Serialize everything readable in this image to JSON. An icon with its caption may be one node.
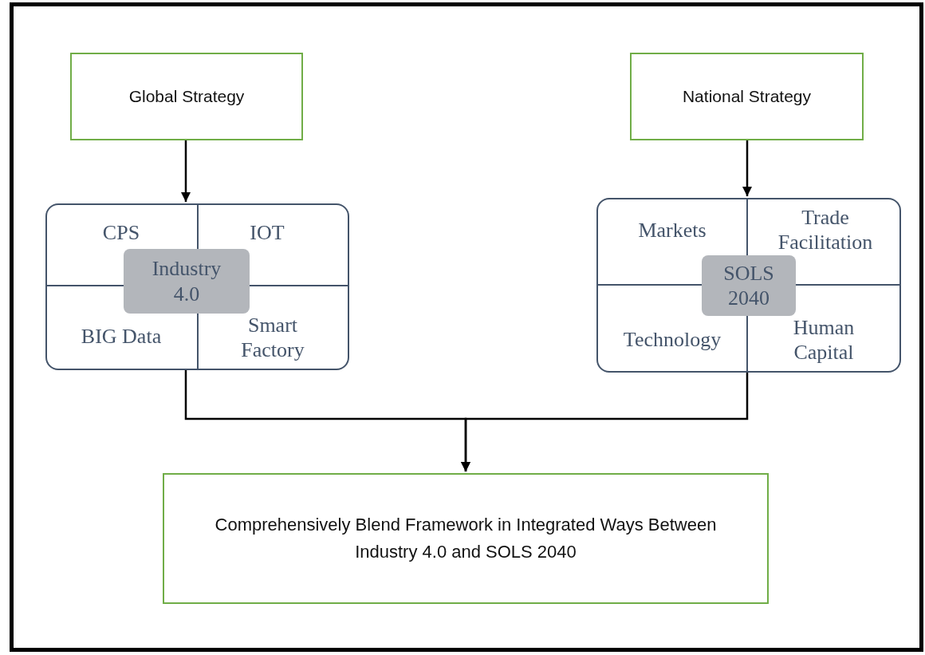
{
  "diagram": {
    "nodes": [
      {
        "text": [
          "Global Strategy"
        ]
      },
      {
        "text": [
          "National Strategy"
        ]
      },
      {
        "text": [],
        "shape": "box"
      },
      {
        "text": [
          "CPS"
        ],
        "in": 2
      },
      {
        "text": [
          "IOT"
        ],
        "in": 2
      },
      {
        "text": [
          "BIG Data"
        ],
        "in": 2
      },
      {
        "text": [
          "Smart Factory"
        ],
        "in": 2
      },
      {
        "text": [
          "Industry 4.0"
        ],
        "in": 2
      },
      {
        "text": [],
        "shape": "box"
      },
      {
        "text": [
          "Markets"
        ],
        "in": 8
      },
      {
        "text": [
          "Trade Facilitation"
        ],
        "in": 8
      },
      {
        "text": [
          "Technology"
        ],
        "in": 8
      },
      {
        "text": [
          "Human Capital"
        ],
        "in": 8
      },
      {
        "text": [
          "SOLS 2040"
        ],
        "in": 8
      },
      {
        "text": [
          "Comprehensively Blend Framework in Integrated Ways Between Industry 4.0 and SOLS 2040"
        ]
      }
    ],
    "edges": [
      {
        "from": 0,
        "to": 2,
        "arrow": "to"
      },
      {
        "from": 1,
        "to": 8,
        "arrow": "to"
      },
      {
        "from": 2,
        "to": 14,
        "arrow": "to"
      },
      {
        "from": 8,
        "to": 14,
        "arrow": "to"
      }
    ]
  }
}
